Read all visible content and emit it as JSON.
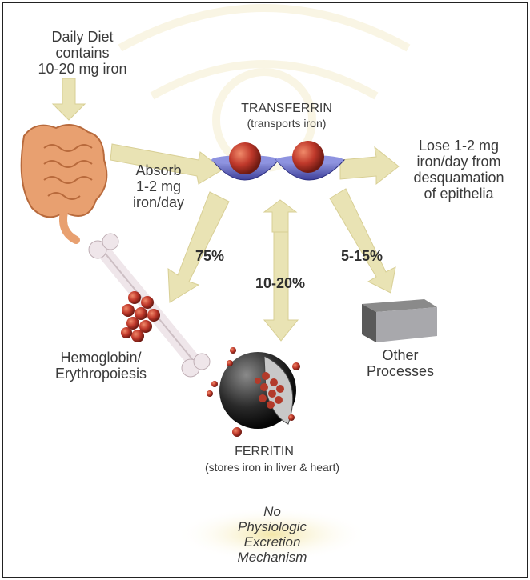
{
  "diet": {
    "lines": [
      "Daily Diet",
      "contains",
      "10-20 mg iron"
    ]
  },
  "transferrin": {
    "title": "TRANSFERRIN",
    "subtitle": "(transports iron)"
  },
  "absorb": {
    "lines": [
      "Absorb",
      "1-2 mg",
      "iron/day"
    ]
  },
  "lose": {
    "lines": [
      "Lose 1-2 mg",
      "iron/day from",
      "desquamation",
      "of epithelia"
    ]
  },
  "percentages": {
    "p75": "75%",
    "p10_20": "10-20%",
    "p5_15": "5-15%"
  },
  "hemoglobin": {
    "lines": [
      "Hemoglobin/",
      "Erythropoiesis"
    ]
  },
  "other": {
    "lines": [
      "Other",
      "Processes"
    ]
  },
  "ferritin": {
    "title": "FERRITIN",
    "subtitle": "(stores iron in liver & heart)"
  },
  "no_excretion": {
    "lines": [
      "No",
      "Physiologic",
      "Excretion",
      "Mechanism"
    ]
  },
  "colors": {
    "arrow": "#e9e3b4",
    "bowl": "#6b6fc4",
    "iron_ball": "#c0392b",
    "frame": "#222222"
  }
}
